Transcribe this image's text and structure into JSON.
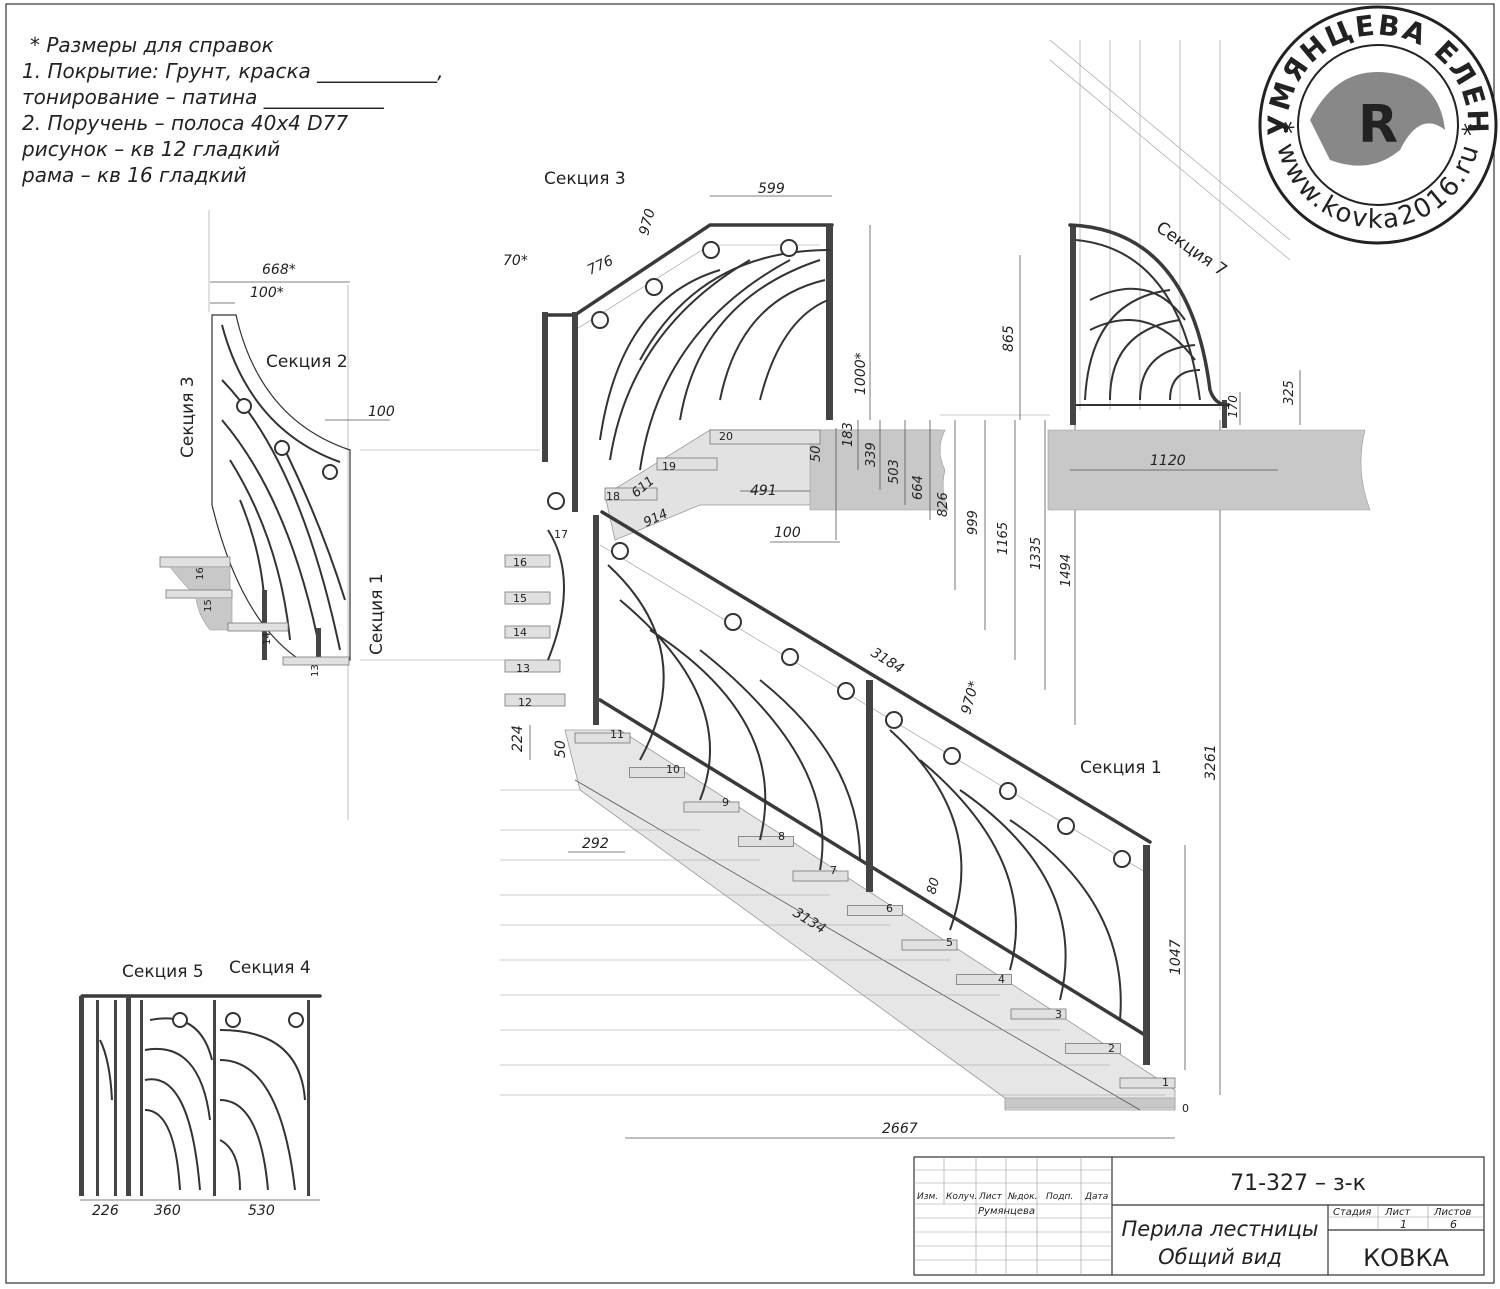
{
  "notes": {
    "line1": "* Размеры  для справок",
    "line2": "1. Покрытие: Грунт, краска ____________,",
    "line3": "   тонирование – патина ____________",
    "line4": "2. Поручень –  полоса 40х4 D77",
    "line5": "   рисунок –  кв 12 гладкий",
    "line6": "   рама  –  кв 16 гладкий"
  },
  "stamp": {
    "top_text": "РУМЯНЦЕВА ЕЛЕНА",
    "bottom_text": "* www.kovka2016.ru *",
    "letter": "R"
  },
  "section_labels": {
    "s1": "Секция 1",
    "s2": "Секция 2",
    "s3_top": "Секция 3",
    "s3_side": "Секция 3",
    "s1_side": "Секция 1",
    "s4": "Секция 4",
    "s5": "Секция 5",
    "s7": "Секция 7"
  },
  "dimensions": {
    "d668": "668*",
    "d100a": "100*",
    "d100b": "100",
    "d100c": "100",
    "d599": "599",
    "d970a": "970",
    "d776": "776",
    "d70": "70*",
    "d1000": "1000*",
    "d183": "183",
    "d339": "339",
    "d503": "503",
    "d664": "664",
    "d826": "826",
    "d999": "999",
    "d1165": "1165",
    "d1335": "1335",
    "d1494": "1494",
    "d50a": "50",
    "d50b": "50",
    "d611": "611",
    "d491": "491",
    "d914": "914",
    "d3184": "3184",
    "d970b": "970*",
    "d3261": "3261",
    "d224": "224",
    "d292": "292",
    "d3134": "3134",
    "d80": "80",
    "d1047": "1047",
    "d2667": "2667",
    "d865": "865",
    "d325": "325",
    "d170": "170",
    "d1120": "1120",
    "d226": "226",
    "d360": "360",
    "d530": "530"
  },
  "step_numbers": [
    "0",
    "1",
    "2",
    "3",
    "4",
    "5",
    "6",
    "7",
    "8",
    "9",
    "10",
    "11",
    "12",
    "13",
    "14",
    "15",
    "16",
    "17",
    "18",
    "19",
    "20"
  ],
  "title_block": {
    "code": "71-327 – з-к",
    "h_izm": "Изм.",
    "h_kol": "Колуч.",
    "h_list": "Лист",
    "h_ndok": "№док.",
    "h_podp": "Подп.",
    "h_data": "Дата",
    "author": "Румянцева",
    "title_line1": "Перила лестницы",
    "title_line2": "Общий вид",
    "h_stage": "Стадия",
    "h_sheet": "Лист",
    "h_sheets": "Листов",
    "sheet": "1",
    "sheets": "6",
    "company": "КОВКА"
  }
}
